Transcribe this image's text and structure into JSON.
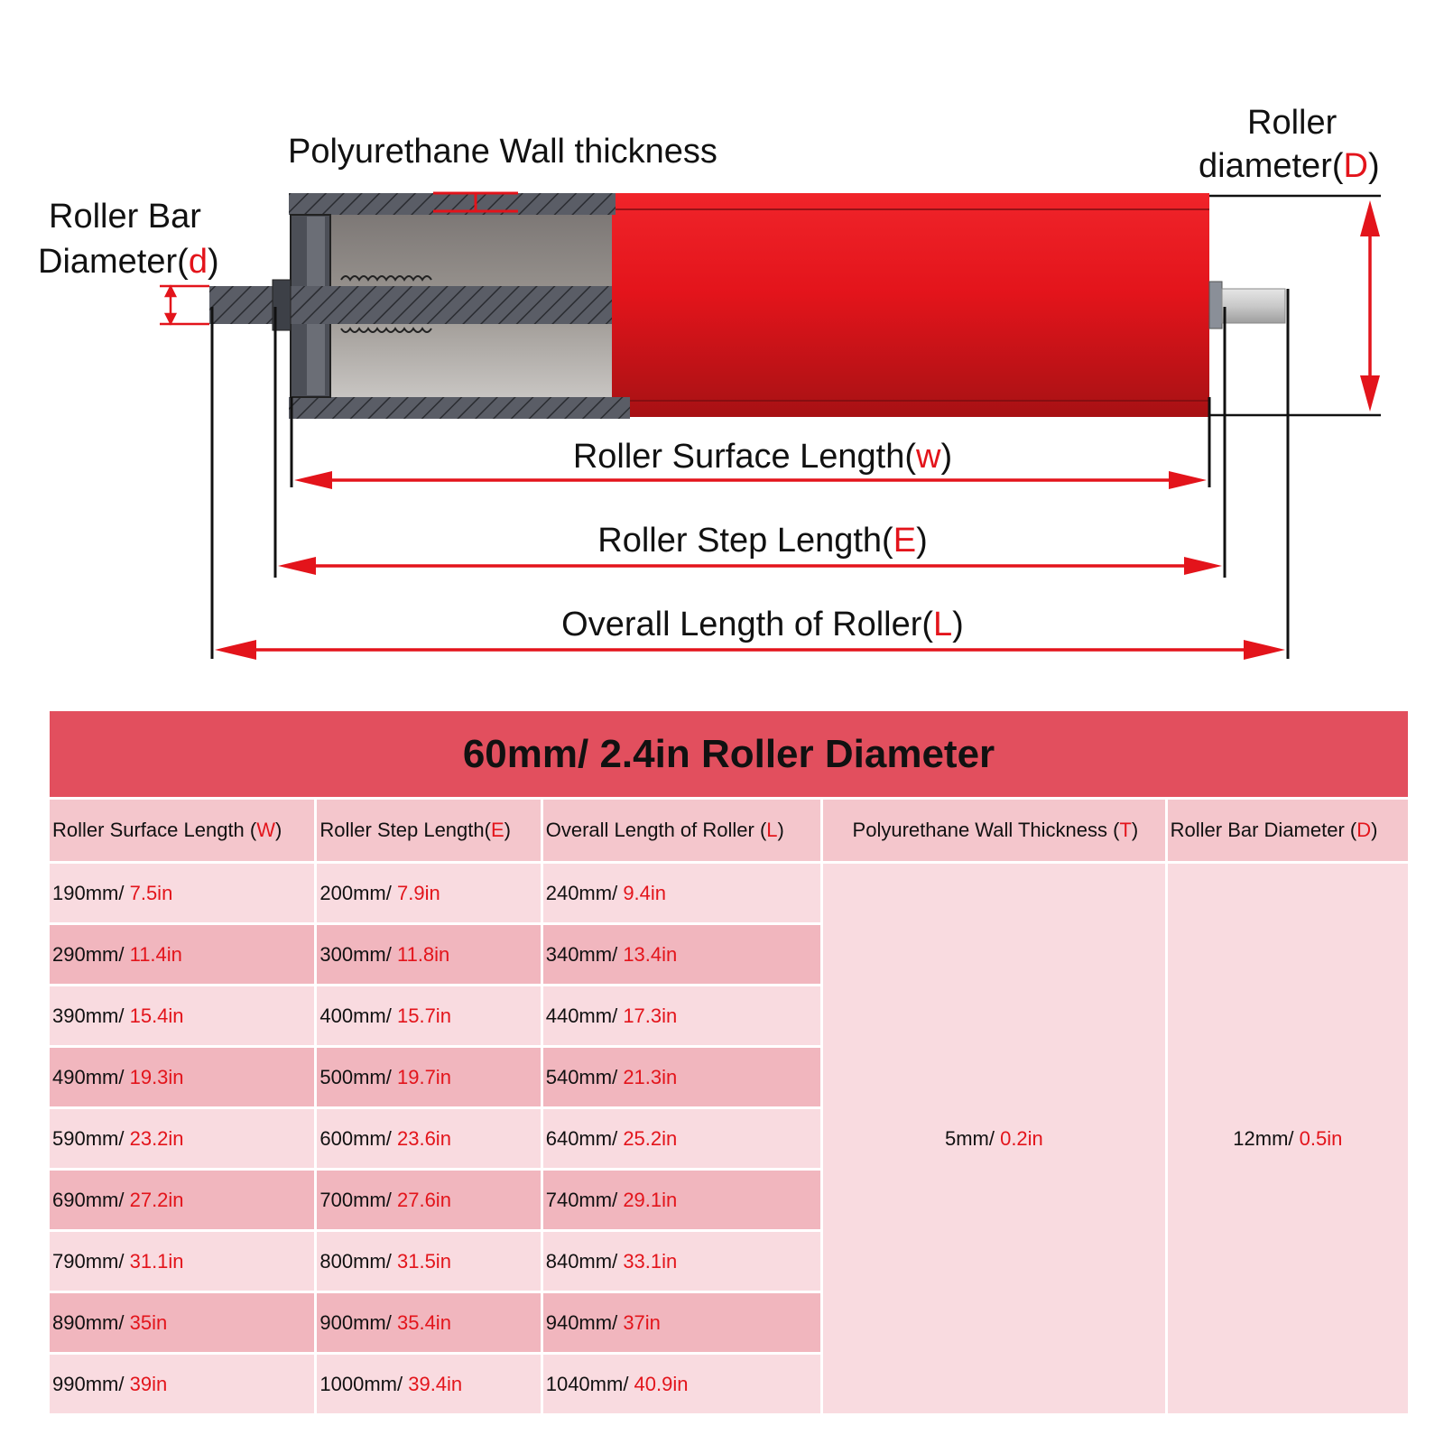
{
  "diagram": {
    "wall_thickness_label": "Polyurethane Wall thickness",
    "roller_diameter_label_line1": "Roller",
    "roller_diameter_label_line2": "diameter(",
    "roller_diameter_symbol": "D",
    "bar_diameter_label_line1": "Roller Bar",
    "bar_diameter_label_line2": "Diameter(",
    "bar_diameter_symbol": "d",
    "surface_length_label": "Roller Surface Length(",
    "surface_length_symbol": "w",
    "step_length_label": "Roller Step Length(",
    "step_length_symbol": "E",
    "overall_length_label": "Overall Length of Roller(",
    "overall_length_symbol": "L",
    "close_paren": ")",
    "colors": {
      "roller_red": "#e3141b",
      "shaft_grey": "#4a4d55",
      "dimension_red": "#e3141b"
    }
  },
  "table": {
    "title": "60mm/ 2.4in Roller Diameter",
    "headers": [
      {
        "label": "Roller Surface Length (",
        "symbol": "W",
        "close": ")"
      },
      {
        "label": "Roller Step Length(",
        "symbol": "E",
        "close": ")"
      },
      {
        "label": "Overall Length of Roller (",
        "symbol": "L",
        "close": ")"
      },
      {
        "label": "Polyurethane Wall Thickness (",
        "symbol": "T",
        "close": ")"
      },
      {
        "label": "Roller Bar Diameter (",
        "symbol": "D",
        "close": ")"
      }
    ],
    "rows": [
      {
        "w_mm": "190mm/ ",
        "w_in": "7.5in",
        "e_mm": "200mm/ ",
        "e_in": "7.9in",
        "l_mm": "240mm/ ",
        "l_in": "9.4in"
      },
      {
        "w_mm": "290mm/ ",
        "w_in": "11.4in",
        "e_mm": "300mm/ ",
        "e_in": "11.8in",
        "l_mm": "340mm/ ",
        "l_in": "13.4in"
      },
      {
        "w_mm": "390mm/ ",
        "w_in": "15.4in",
        "e_mm": "400mm/ ",
        "e_in": "15.7in",
        "l_mm": "440mm/ ",
        "l_in": "17.3in"
      },
      {
        "w_mm": "490mm/ ",
        "w_in": "19.3in",
        "e_mm": "500mm/ ",
        "e_in": "19.7in",
        "l_mm": "540mm/ ",
        "l_in": "21.3in"
      },
      {
        "w_mm": "590mm/ ",
        "w_in": "23.2in",
        "e_mm": "600mm/ ",
        "e_in": "23.6in",
        "l_mm": "640mm/ ",
        "l_in": "25.2in"
      },
      {
        "w_mm": "690mm/ ",
        "w_in": "27.2in",
        "e_mm": "700mm/ ",
        "e_in": "27.6in",
        "l_mm": "740mm/ ",
        "l_in": "29.1in"
      },
      {
        "w_mm": "790mm/ ",
        "w_in": "31.1in",
        "e_mm": "800mm/ ",
        "e_in": "31.5in",
        "l_mm": "840mm/ ",
        "l_in": "33.1in"
      },
      {
        "w_mm": "890mm/ ",
        "w_in": "35in",
        "e_mm": "900mm/ ",
        "e_in": "35.4in",
        "l_mm": "940mm/ ",
        "l_in": "37in"
      },
      {
        "w_mm": "990mm/ ",
        "w_in": "39in",
        "e_mm": "1000mm/ ",
        "e_in": "39.4in",
        "l_mm": "1040mm/ ",
        "l_in": "40.9in"
      }
    ],
    "wall_thickness": {
      "mm": "5mm/ ",
      "in": "0.2in"
    },
    "bar_diameter": {
      "mm": "12mm/ ",
      "in": "0.5in"
    }
  }
}
